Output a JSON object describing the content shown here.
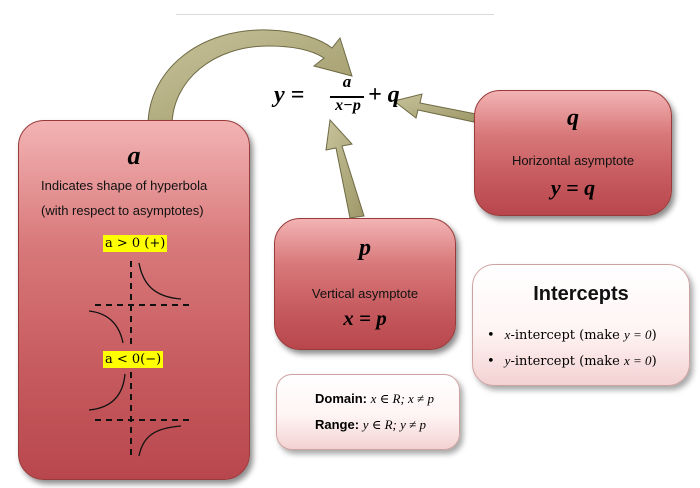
{
  "equation": {
    "lhs": "y =",
    "numerator": "a",
    "denominator": "x−p",
    "rhs": "+ q"
  },
  "box_a": {
    "letter": "a",
    "line1": "Indicates shape of hyperbola",
    "line2": "(with respect to asymptotes)",
    "positive_label": "a > 0 (+)",
    "negative_label": "a < 0(−)"
  },
  "box_q": {
    "letter": "q",
    "description": "Horizontal asymptote",
    "formula": "y = q"
  },
  "box_p": {
    "letter": "p",
    "description": "Vertical asymptote",
    "formula": "x = p"
  },
  "intercepts": {
    "title": "Intercepts",
    "items": [
      {
        "math": "x",
        "text": "-intercept (make ",
        "condition": "y = 0",
        "close": ")"
      },
      {
        "math": "y",
        "text": "-intercept (make ",
        "condition": "x = 0",
        "close": ")"
      }
    ]
  },
  "domain_range": {
    "domain_label": "Domain:",
    "domain_value": "x ∈ R; x ≠ p",
    "range_label": "Range:",
    "range_value": "y ∈ R; y ≠ p"
  },
  "colors": {
    "box_red": "#c65a5e",
    "arrow_fill": "#b5b083",
    "highlight": "#ffff00"
  }
}
